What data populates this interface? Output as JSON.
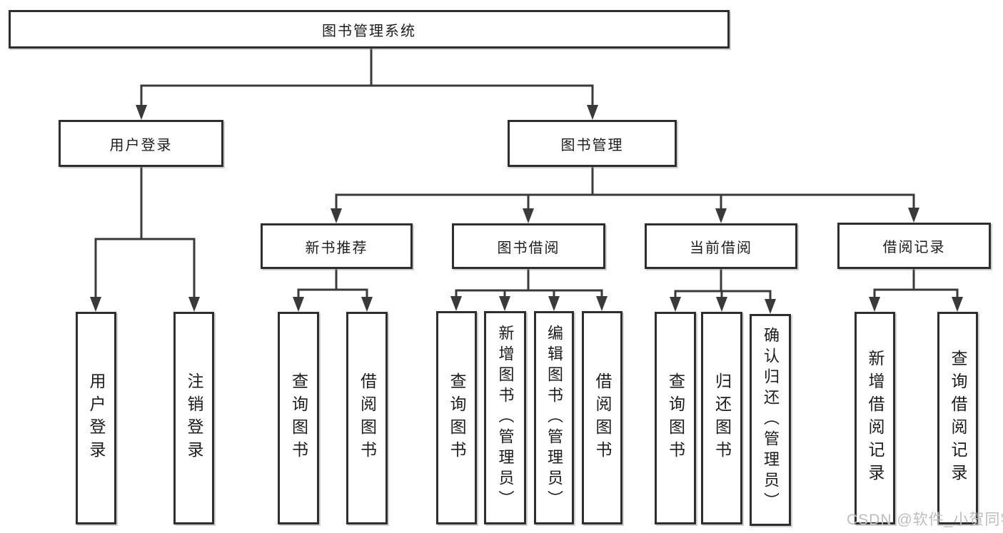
{
  "diagram_title": "图书管理系统",
  "nodes": {
    "root": "图书管理系统",
    "user_login_group": "用户登录",
    "book_management": "图书管理",
    "new_book_recommend": "新书推荐",
    "book_borrowing": "图书借阅",
    "current_borrowing": "当前借阅",
    "borrow_records": "借阅记录",
    "ul_user_login": "用户登录",
    "ul_logout": "注销登录",
    "nb_query_books": "查询图书",
    "nb_borrow_books": "借阅图书",
    "bb_query_books": "查询图书",
    "bb_add_books": "新增图书（管理员）",
    "bb_edit_books": "编辑图书（管理员）",
    "bb_borrow_books": "借阅图书",
    "cb_query_books": "查询图书",
    "cb_return_books": "归还图书",
    "cb_confirm_return": "确认归还（管理员）",
    "br_add_record": "新增借阅记录",
    "br_query_record": "查询借阅记录"
  },
  "hierarchy": {
    "图书管理系统": {
      "用户登录": [
        "用户登录",
        "注销登录"
      ],
      "图书管理": {
        "新书推荐": [
          "查询图书",
          "借阅图书"
        ],
        "图书借阅": [
          "查询图书",
          "新增图书（管理员）",
          "编辑图书（管理员）",
          "借阅图书"
        ],
        "当前借阅": [
          "查询图书",
          "归还图书",
          "确认归还（管理员）"
        ],
        "借阅记录": [
          "新增借阅记录",
          "查询借阅记录"
        ]
      }
    }
  },
  "watermark": "CSDN @软件_小贺同学",
  "colors": {
    "background": "#ffffff",
    "box_fill": "#ffffff",
    "box_border": "#2e2e2e",
    "line": "#3a3a3a",
    "text": "#1c1c1c",
    "watermark": "#bdbdbd"
  }
}
